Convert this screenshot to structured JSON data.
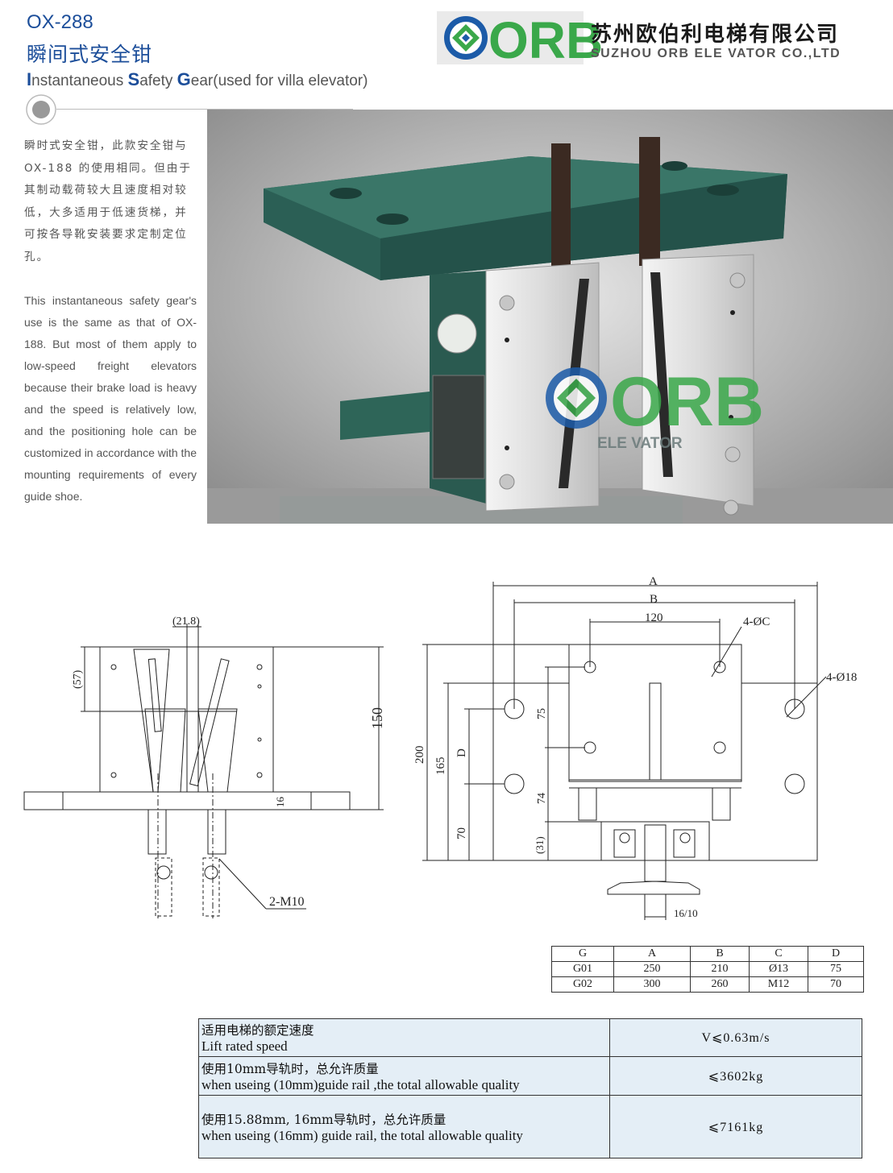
{
  "header": {
    "model": "OX-288",
    "title_cn": "瞬间式安全钳",
    "title_en": {
      "part1_initial": "I",
      "part1_rest": "nstantaneous ",
      "part2_initial": "S",
      "part2_rest": "afety ",
      "part3_initial": "G",
      "part3_rest": "ear(used for villa elevator)"
    }
  },
  "company": {
    "logo_text": "ORB",
    "name_cn": "苏州欧伯利电梯有限公司",
    "name_en": "SUZHOU ORB ELE VATOR CO.,LTD"
  },
  "description": {
    "cn": "瞬时式安全钳，此款安全钳与 OX-188 的使用相同。但由于其制动载荷较大且速度相对较低，大多适用于低速货梯，并可按各导靴安装要求定制定位孔。",
    "en": "This instantaneous safety gear's use is the same as that of OX-188. But most of them apply to low-speed freight elevators because their brake load is heavy and the speed is relatively low, and the positioning hole can be customized in accordance with the mounting requirements of every guide shoe."
  },
  "photo": {
    "watermark_logo": "ORB",
    "watermark_sub": "ELE VATOR"
  },
  "drawing_labels": {
    "side_21_8": "(21.8)",
    "side_57": "(57)",
    "side_150": "150",
    "side_16": "16",
    "side_m10": "2-M10",
    "front_A": "A",
    "front_B": "B",
    "front_120": "120",
    "front_4c": "4-ØC",
    "front_4_18": "4-Ø18",
    "front_200": "200",
    "front_165": "165",
    "front_D": "D",
    "front_70": "70",
    "front_75": "75",
    "front_74": "74",
    "front_31": "(31)",
    "front_16_10": "16/10"
  },
  "dimension_table": {
    "headers": [
      "G",
      "A",
      "B",
      "C",
      "D"
    ],
    "rows": [
      [
        "G01",
        "250",
        "210",
        "Ø13",
        "75"
      ],
      [
        "G02",
        "300",
        "260",
        "M12",
        "70"
      ]
    ]
  },
  "spec_table": {
    "rows": [
      {
        "cn": "适用电梯的额定速度",
        "en": "Lift rated speed",
        "value": "V⩽0.63m/s"
      },
      {
        "cn": "使用10mm导轨时，总允许质量",
        "en": "when useing (10mm)guide rail ,the total allowable quality",
        "value": "⩽3602kg"
      },
      {
        "cn": "使用15.88mm, 16mm导轨时，总允许质量",
        "en": "when useing (16mm) guide rail, the total allowable quality",
        "value": "⩽7161kg"
      }
    ]
  }
}
